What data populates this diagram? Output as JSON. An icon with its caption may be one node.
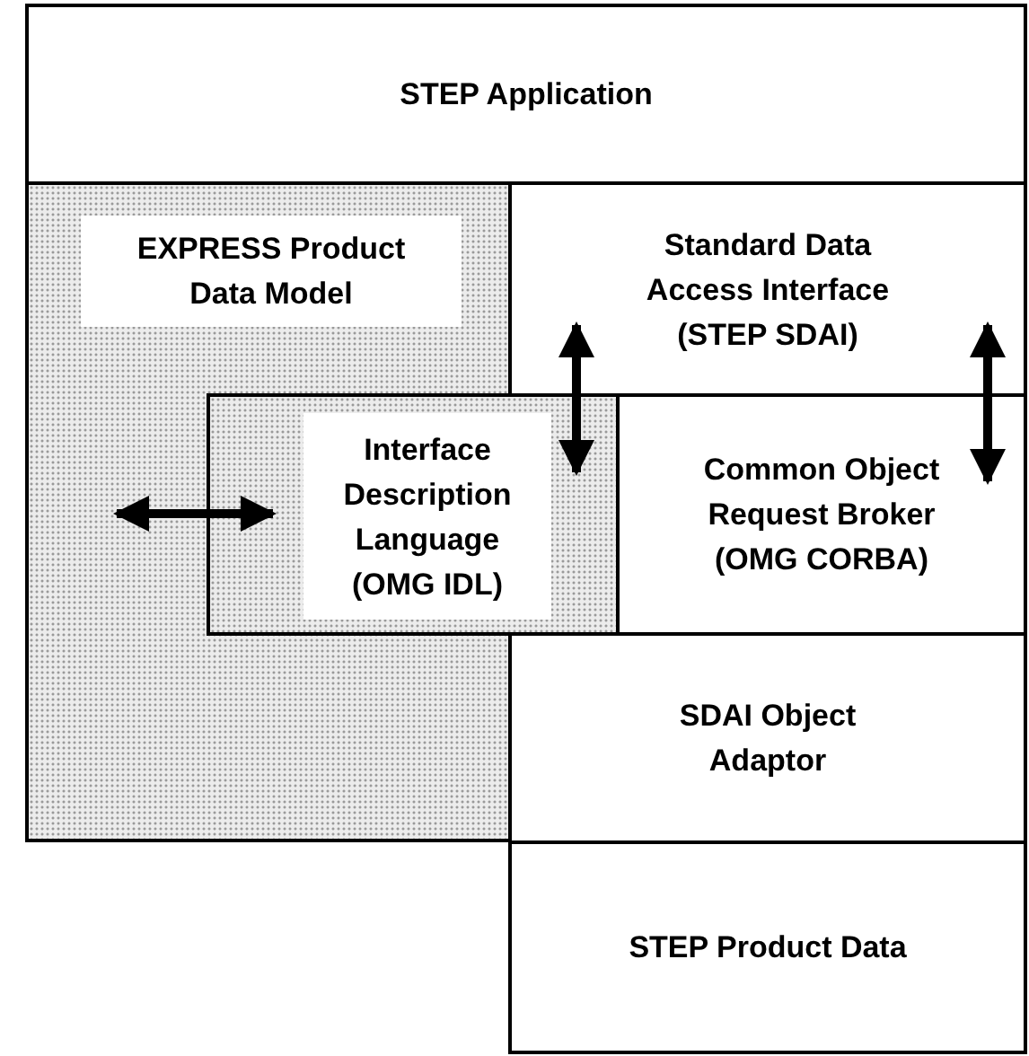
{
  "diagram": {
    "nodes": [
      {
        "text": [
          "STEP Application"
        ]
      },
      {
        "text": [
          "EXPRESS Product Data Model"
        ]
      },
      {
        "text": [
          "Standard Data Access Interface (STEP SDAI)"
        ]
      },
      {
        "text": [
          "Interface Description Language (OMG IDL)"
        ]
      },
      {
        "text": [
          "Common Object Request Broker (OMG CORBA)"
        ]
      },
      {
        "text": [
          "SDAI Object Adaptor"
        ]
      },
      {
        "text": [
          "STEP Product Data"
        ]
      }
    ],
    "edges": [
      {
        "from": 1,
        "to": 3,
        "arrow": "both"
      },
      {
        "from": 2,
        "to": 3,
        "arrow": "both"
      },
      {
        "from": 2,
        "to": 4,
        "arrow": "both"
      }
    ]
  }
}
